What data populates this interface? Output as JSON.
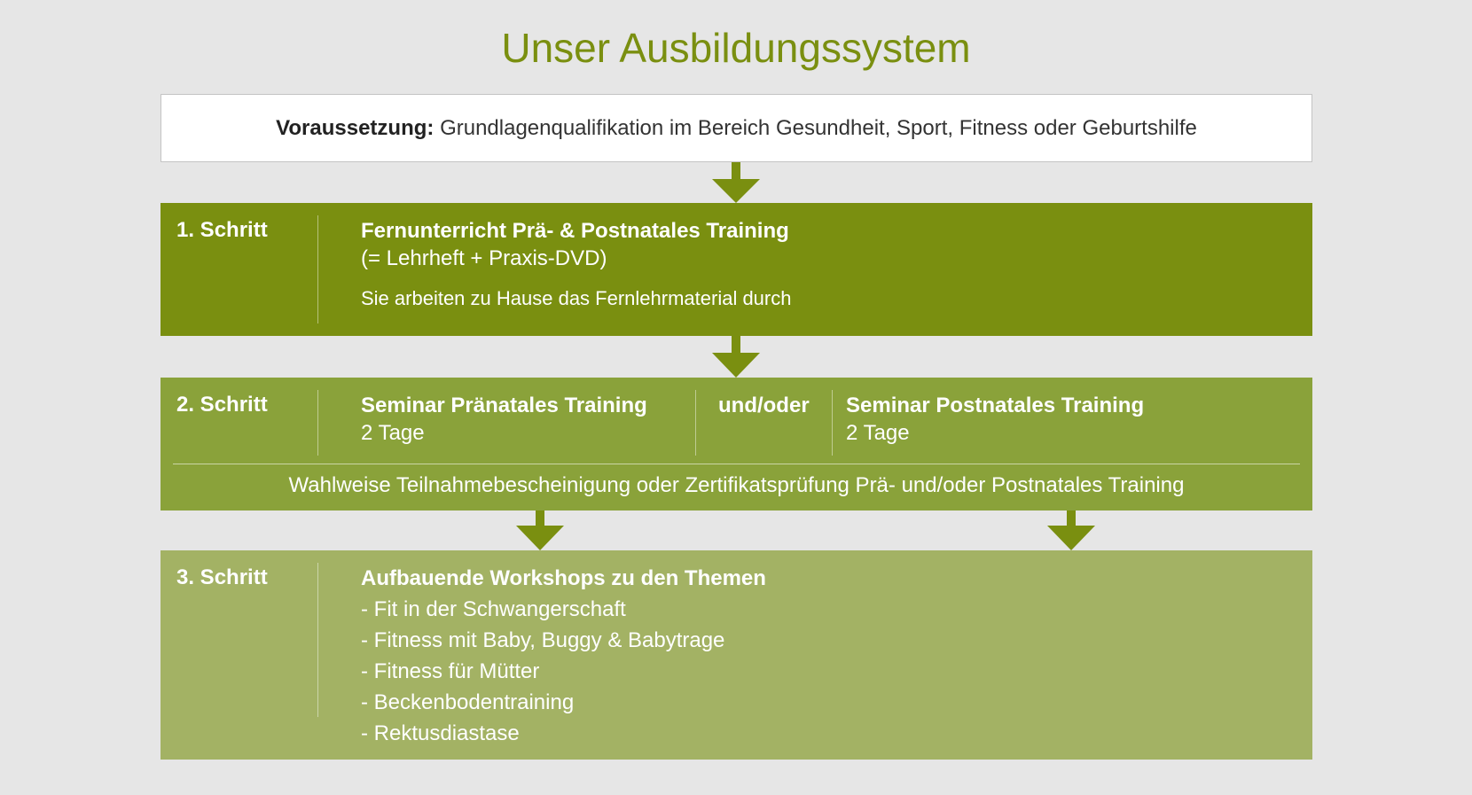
{
  "title": "Unser Ausbildungssystem",
  "prerequisite": {
    "label": "Voraussetzung:",
    "text": "Grundlagenqualifikation im Bereich Gesundheit, Sport, Fitness oder Geburtshilfe"
  },
  "step1": {
    "label": "1. Schritt",
    "heading": "Fernunterricht Prä- & Postnatales Training",
    "subheading": "(= Lehrheft + Praxis-DVD)",
    "note": "Sie arbeiten zu Hause das Fernlehrmaterial durch"
  },
  "step2": {
    "label": "2. Schritt",
    "left_heading": "Seminar Pränatales Training",
    "left_duration": "2 Tage",
    "connector": "und/oder",
    "right_heading": "Seminar Postnatales Training",
    "right_duration": "2 Tage",
    "footer": "Wahlweise Teilnahmebescheinigung oder Zertifikatsprüfung Prä- und/oder Postnatales Training"
  },
  "step3": {
    "label": "3. Schritt",
    "heading": "Aufbauende Workshops zu den Themen",
    "items": [
      "- Fit in der Schwangerschaft",
      "- Fitness mit Baby, Buggy & Babytrage",
      "- Fitness für Mütter",
      "- Beckenbodentraining",
      "- Rektusdiastase"
    ]
  },
  "colors": {
    "title": "#7a8f10",
    "step1": "#7a8f10",
    "step2": "#8aa23a",
    "step3": "#a3b264",
    "arrow": "#7a8f10",
    "background": "#e6e6e6"
  },
  "icons": {
    "connector": "down-arrow-icon"
  }
}
